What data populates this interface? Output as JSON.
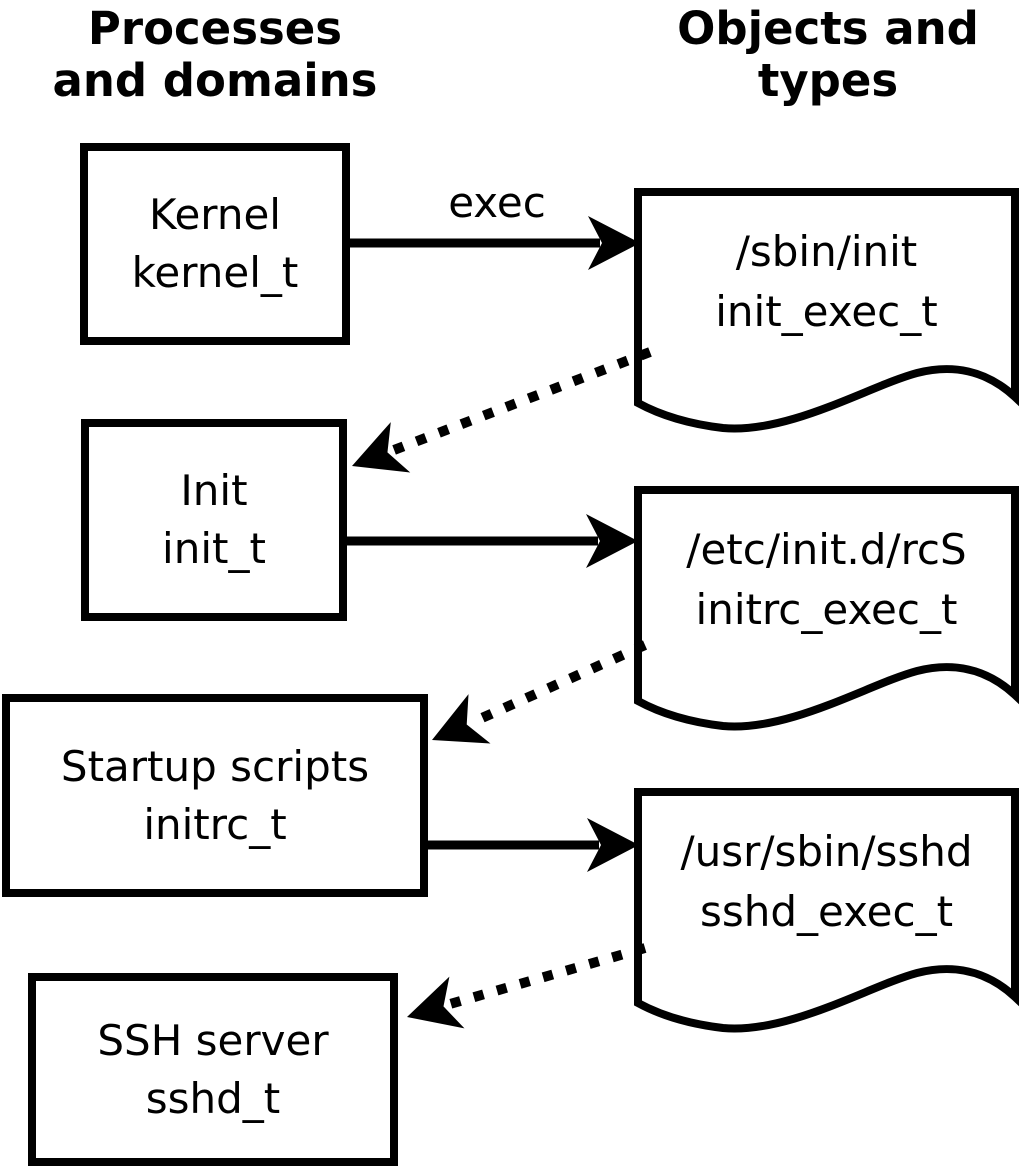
{
  "headers": {
    "left": {
      "line1": "Processes",
      "line2": "and domains"
    },
    "right": {
      "line1": "Objects and",
      "line2": "types"
    }
  },
  "process_boxes": [
    {
      "name": "Kernel",
      "domain": "kernel_t"
    },
    {
      "name": "Init",
      "domain": "init_t"
    },
    {
      "name": "Startup scripts",
      "domain": "initrc_t"
    },
    {
      "name": "SSH server",
      "domain": "sshd_t"
    }
  ],
  "object_docs": [
    {
      "path": "/sbin/init",
      "type": "init_exec_t"
    },
    {
      "path": "/etc/init.d/rcS",
      "type": "initrc_exec_t"
    },
    {
      "path": "/usr/sbin/sshd",
      "type": "sshd_exec_t"
    }
  ],
  "arrows": {
    "exec_label": "exec"
  },
  "colors": {
    "foreground": "#000000",
    "background": "#ffffff"
  }
}
